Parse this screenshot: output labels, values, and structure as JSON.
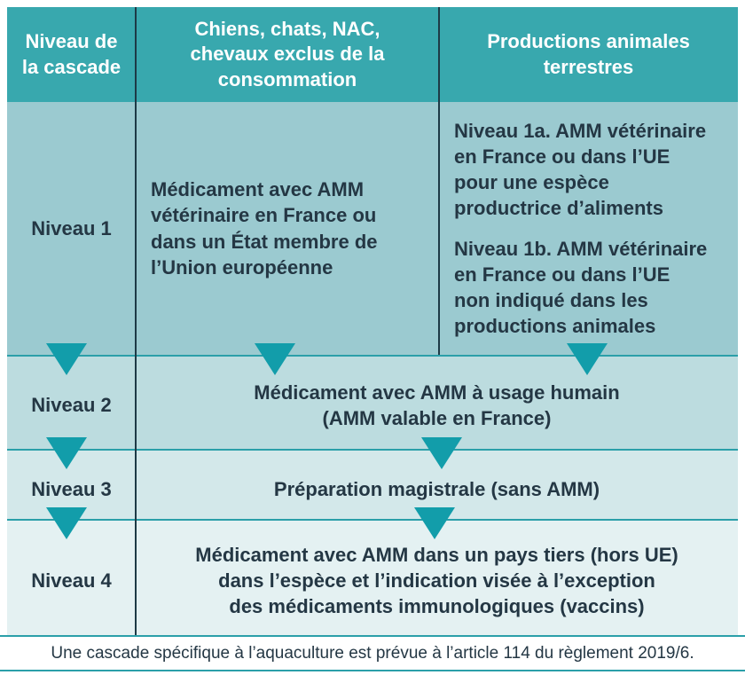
{
  "colors": {
    "header_bg": "#38a8ae",
    "row1_bg": "#9bcad0",
    "row2_bg": "#bcdcdf",
    "row3_bg": "#d3e8ea",
    "row4_bg": "#e4f1f2",
    "row_border": "#2b9fa9",
    "arrow": "#129daa",
    "divider": "#1d3a46",
    "text_dark": "#243744",
    "text_light": "#ffffff"
  },
  "header": {
    "cascade_level": "Niveau de\nla cascade",
    "companion_animals": "Chiens, chats, NAC,\nchevaux exclus de la\nconsommation",
    "terrestrial_productions": "Productions animales\nterrestres"
  },
  "rows": [
    {
      "level": "Niveau 1",
      "companion": "Médicament avec AMM\nvétérinaire en France ou\ndans un État membre de\nl’Union européenne",
      "terrestrial_1a": "Niveau 1a. AMM vétérinaire\nen France ou dans l’UE\npour une espèce\nproductrice d’aliments",
      "terrestrial_1b": "Niveau 1b. AMM vétérinaire\nen France ou dans l’UE\nnon indiqué dans les\nproductions animales"
    },
    {
      "level": "Niveau 2",
      "text": "Médicament avec AMM à usage humain\n(AMM valable en France)"
    },
    {
      "level": "Niveau 3",
      "text": "Préparation magistrale (sans AMM)"
    },
    {
      "level": "Niveau 4",
      "text": "Médicament avec AMM dans un pays tiers (hors UE)\ndans l’espèce et l’indication visée à l’exception\ndes médicaments immunologiques (vaccins)"
    }
  ],
  "footer": {
    "note": "Une cascade spécifique à l’aquaculture est prévue à l’article 114 du règlement 2019/6."
  }
}
